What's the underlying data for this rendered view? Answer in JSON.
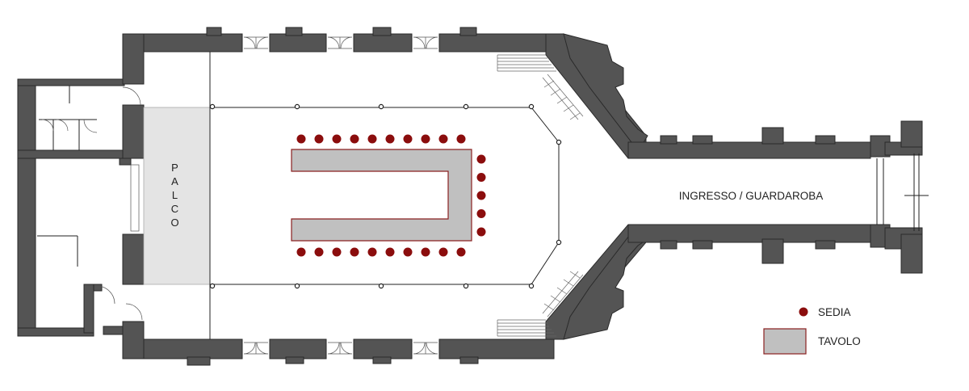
{
  "rooms": {
    "stage_label": "PALCO",
    "entrance_label": "INGRESSO / GUARDAROBA"
  },
  "legend": {
    "chair_label": "SEDIA",
    "table_label": "TAVOLO"
  },
  "layout": {
    "chairs_top_row": 10,
    "chairs_bottom_row": 10,
    "chairs_right_side": 5,
    "columns_count": 12
  },
  "colors": {
    "wall": "#545454",
    "chair": "#8b0d0d",
    "table_fill": "#c0c0c0",
    "table_border": "#8a2020",
    "stage_fill": "#e4e4e4"
  }
}
